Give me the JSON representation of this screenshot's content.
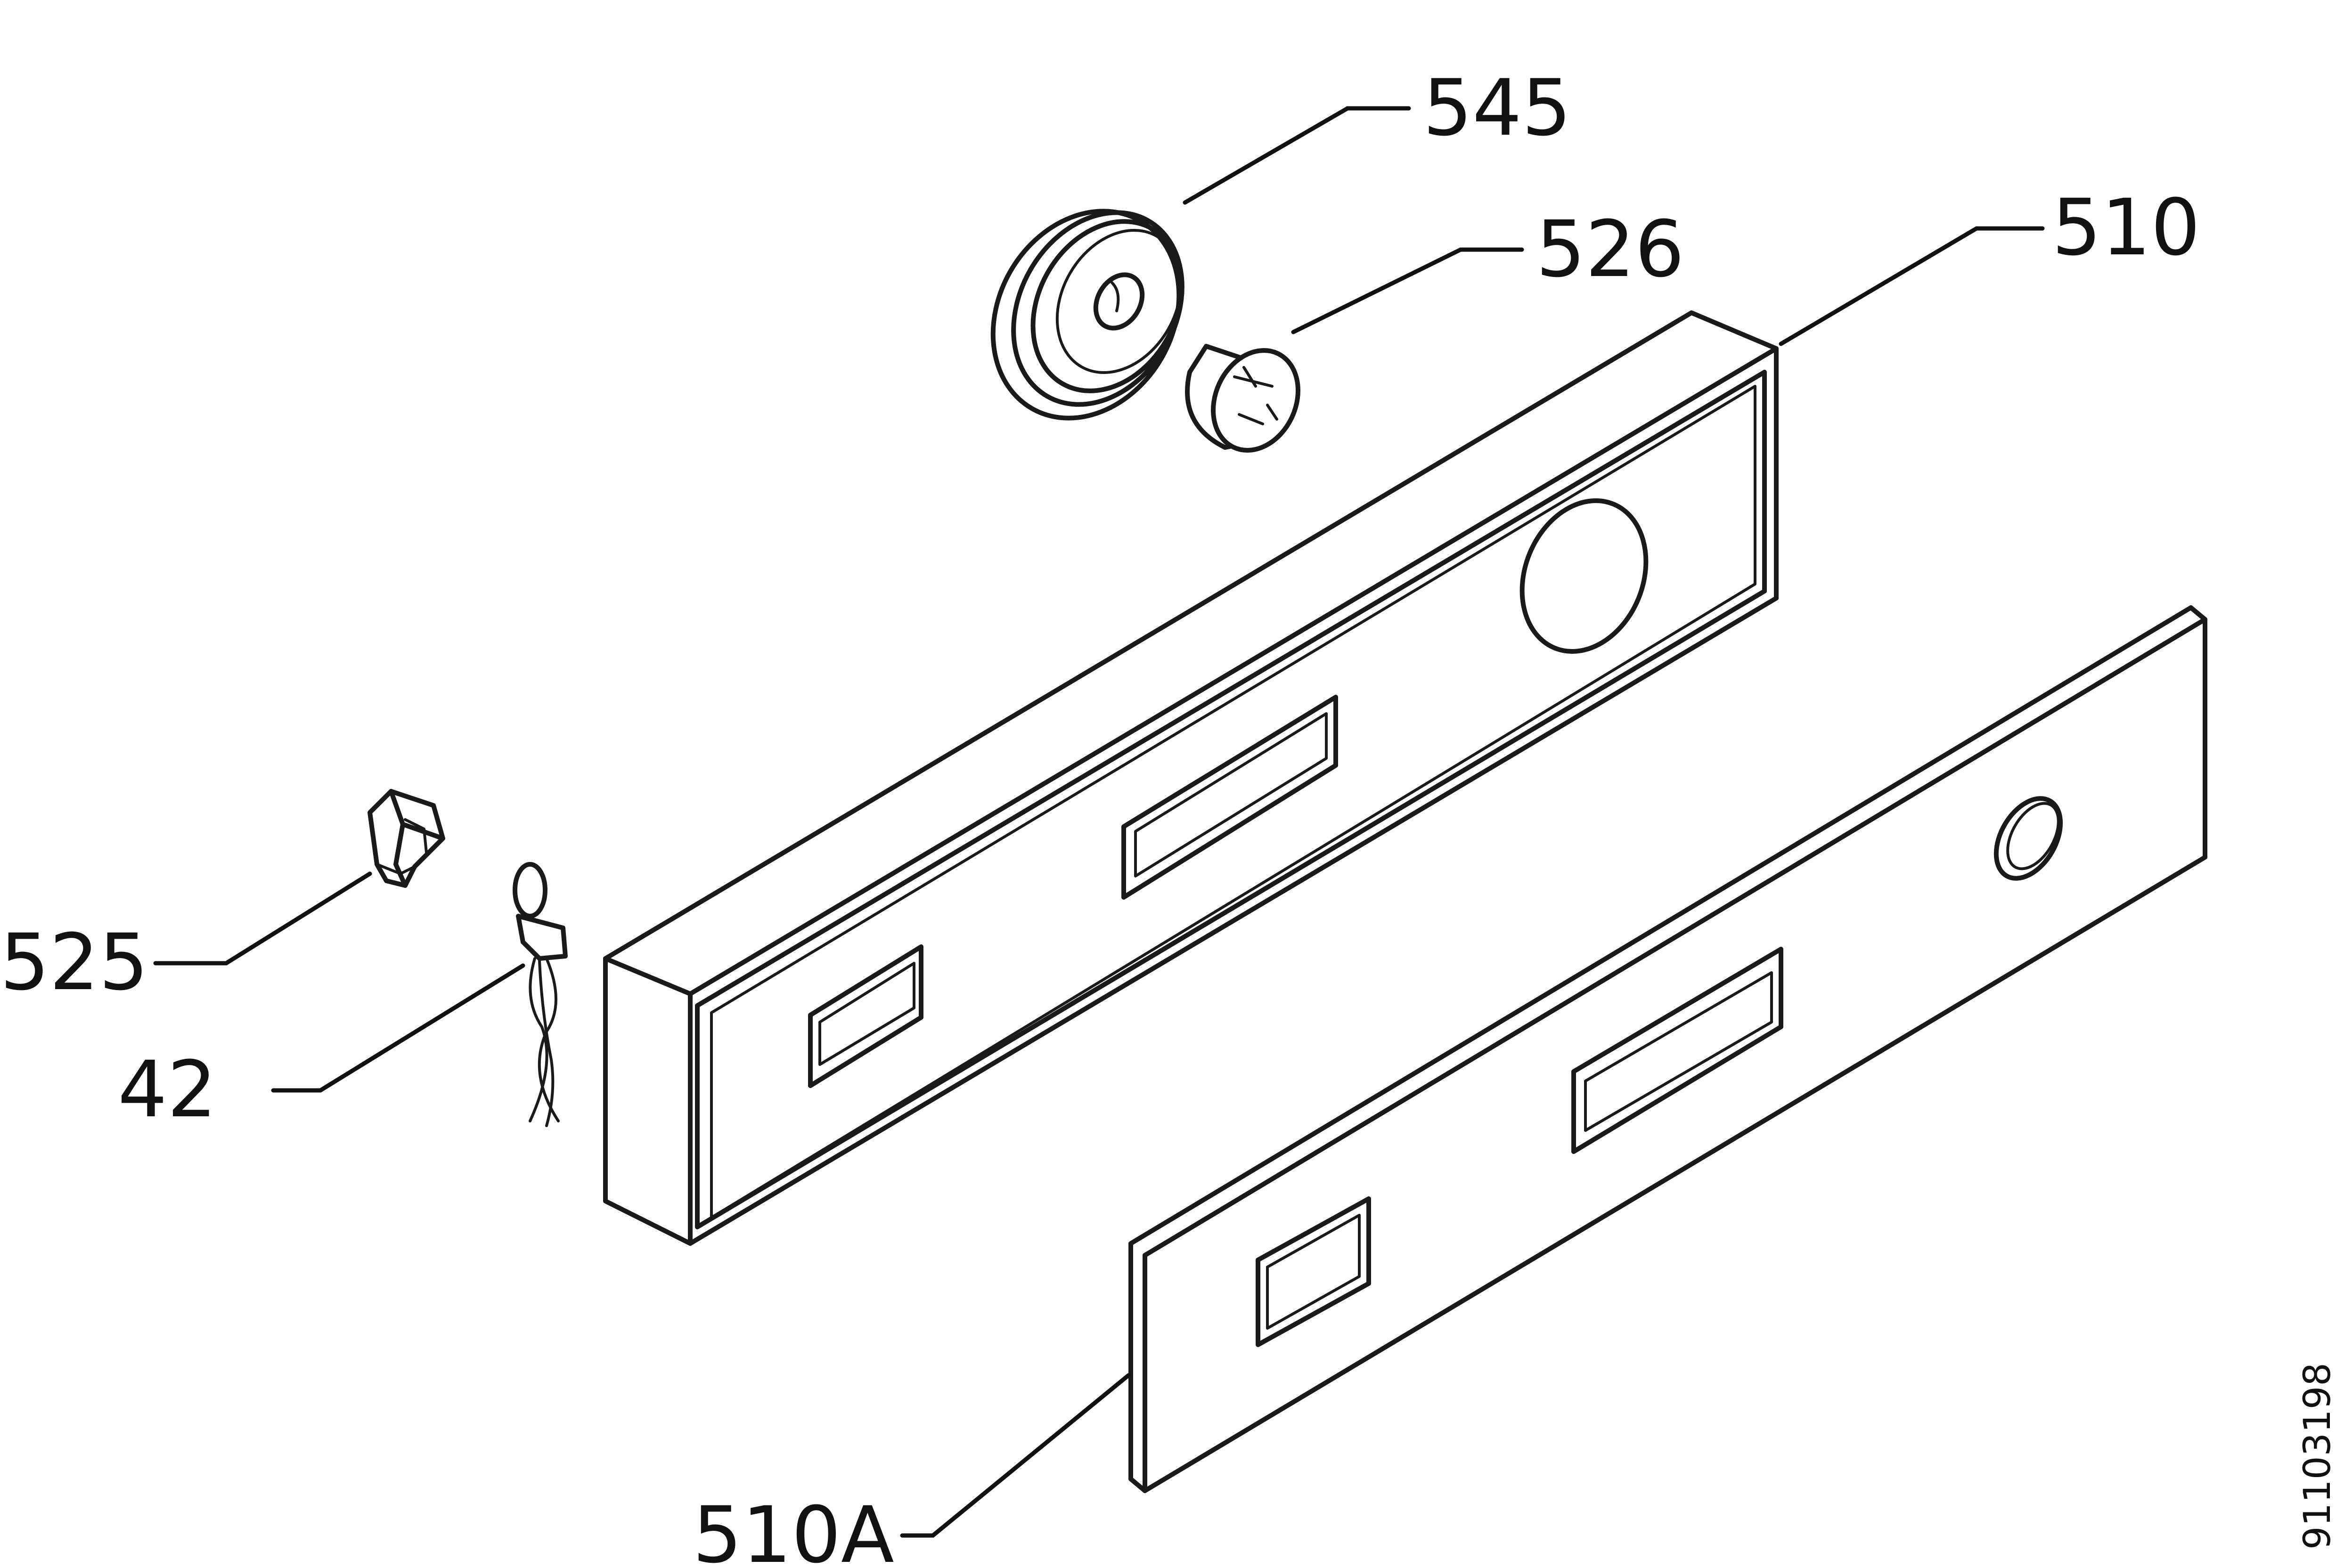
{
  "diagram": {
    "type": "exploded-parts-view",
    "parts": [
      {
        "id": "545",
        "label": "545"
      },
      {
        "id": "526",
        "label": "526"
      },
      {
        "id": "510",
        "label": "510"
      },
      {
        "id": "525",
        "label": "525"
      },
      {
        "id": "42",
        "label": "42"
      },
      {
        "id": "510A",
        "label": "510A"
      }
    ],
    "document_number": "91103198"
  }
}
